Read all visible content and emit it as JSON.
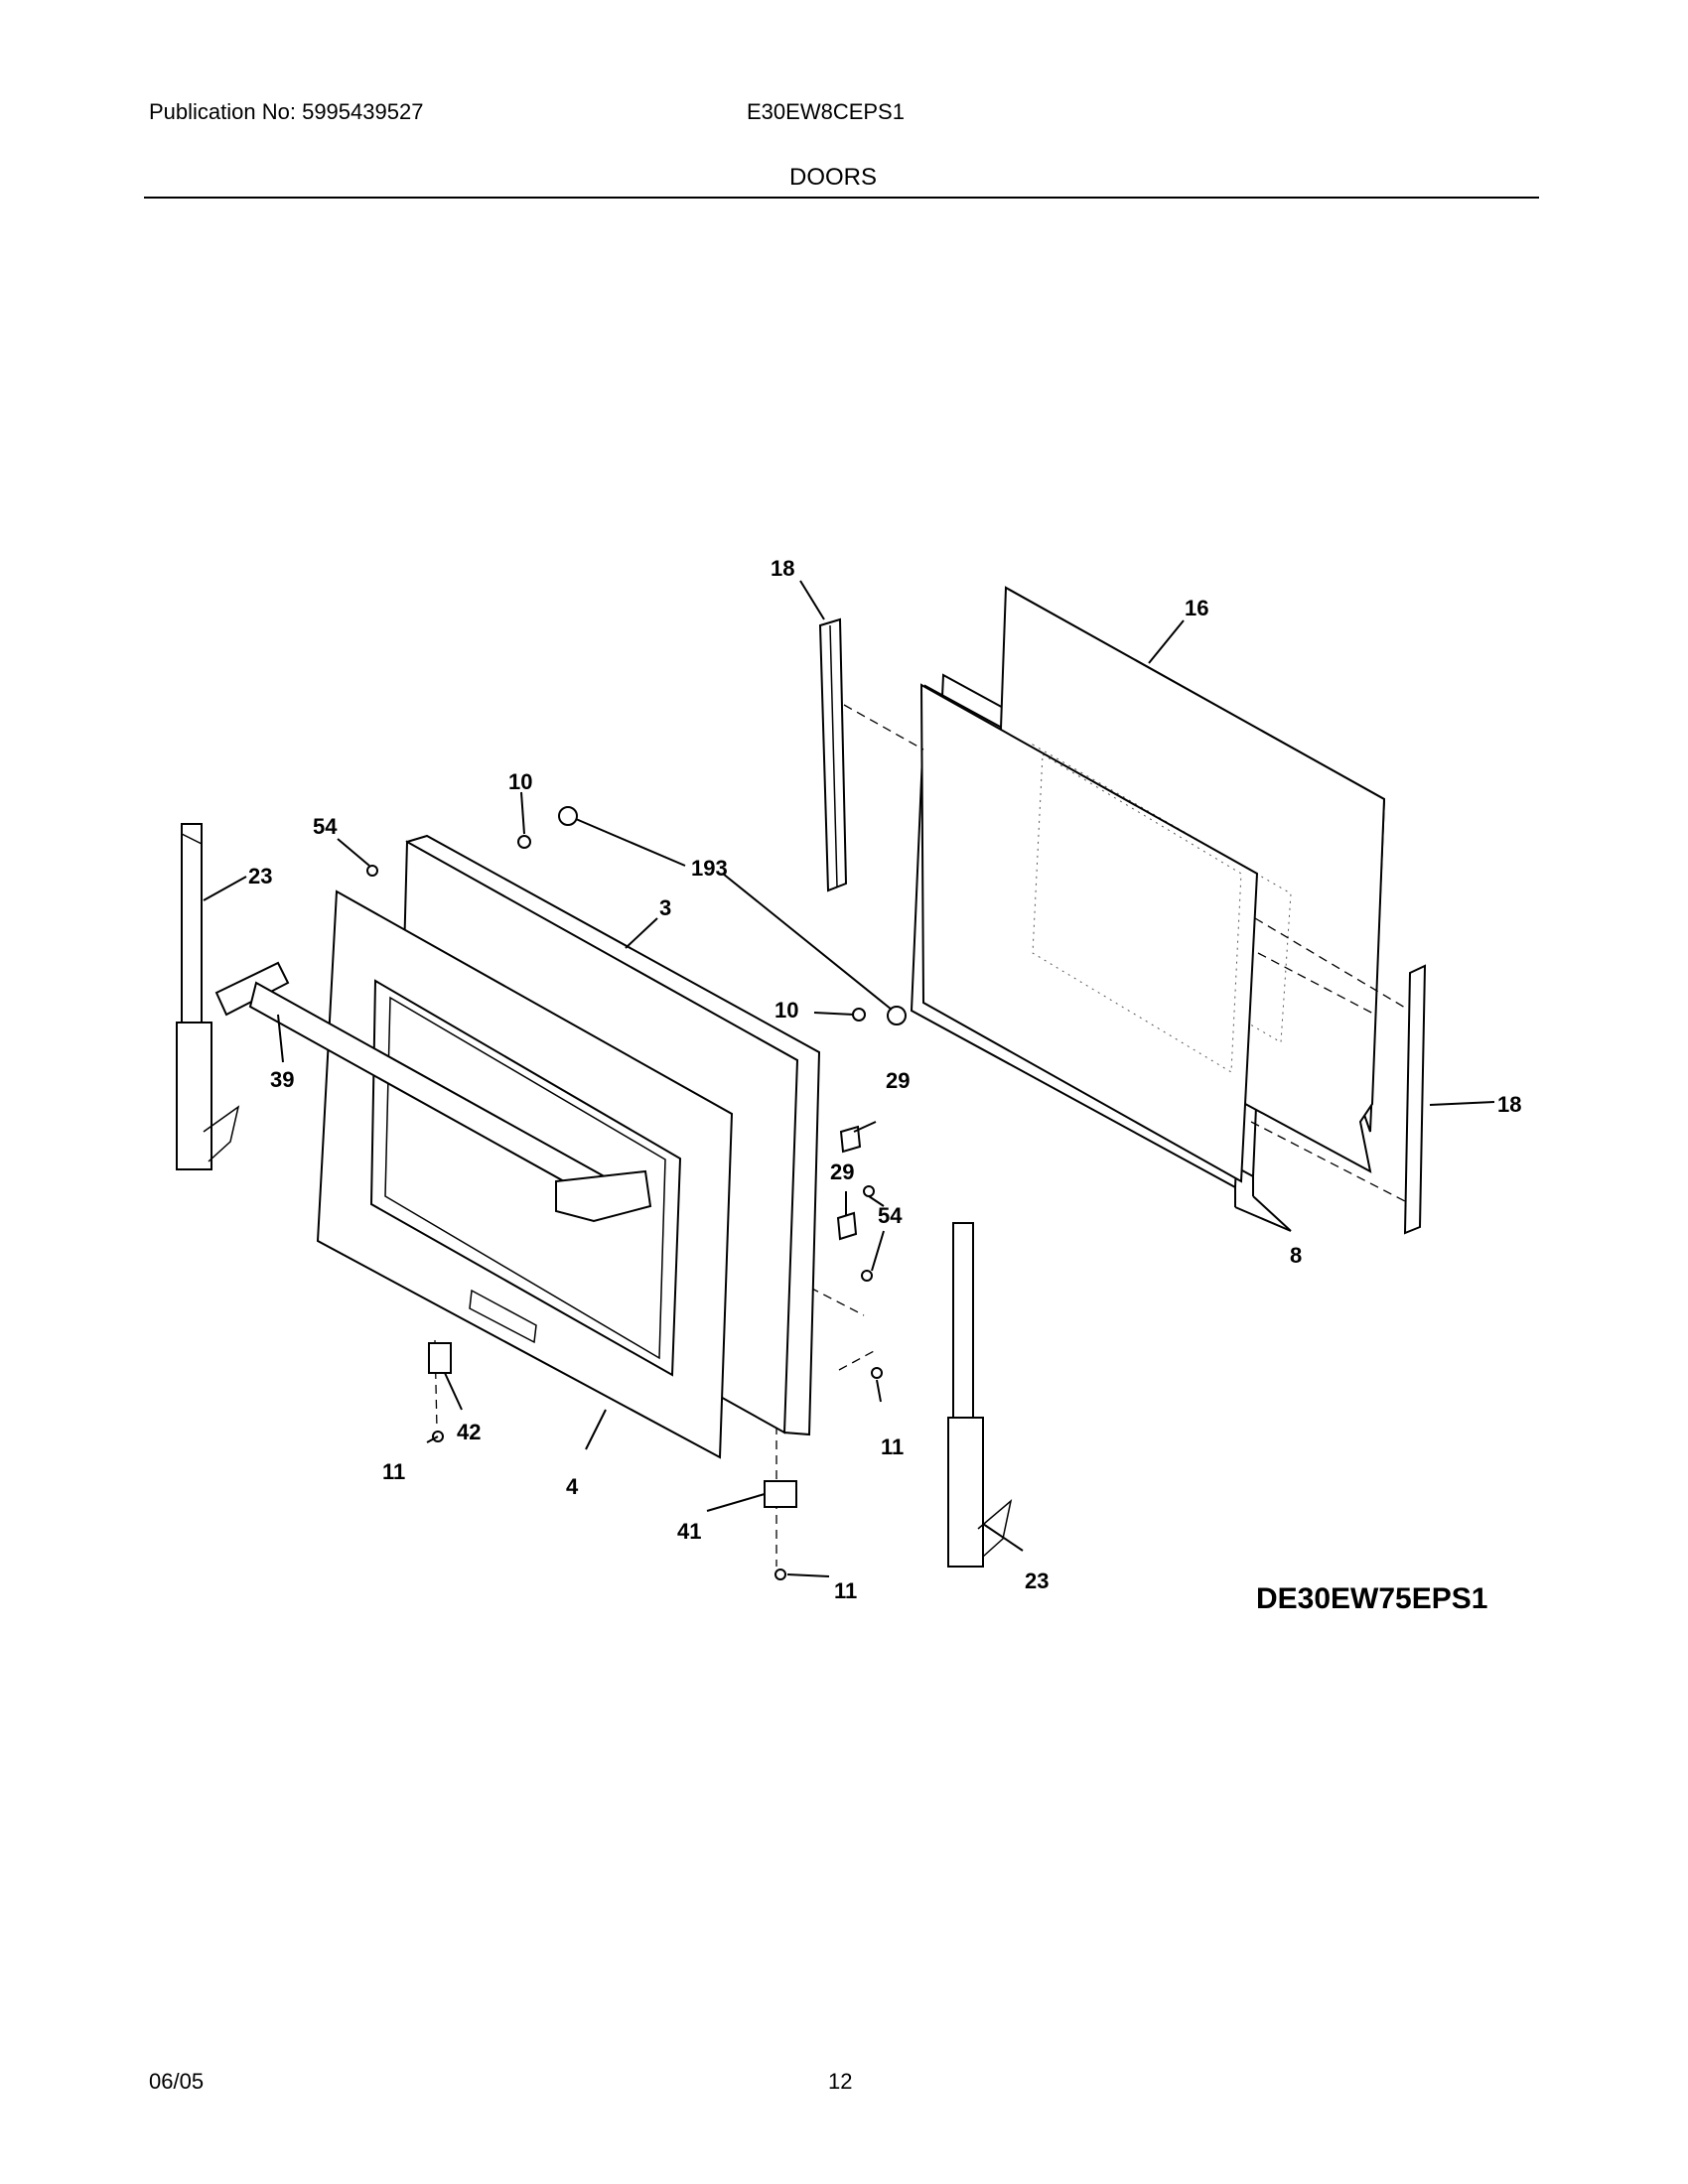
{
  "header": {
    "publication": "Publication No: 5995439527",
    "model": "E30EW8CEPS1",
    "section": "DOORS"
  },
  "footer": {
    "date": "06/05",
    "page": "12"
  },
  "diagram": {
    "code": "DE30EW75EPS1",
    "callouts": {
      "c18a": "18",
      "c16": "16",
      "c10a": "10",
      "c54a": "54",
      "c23a": "23",
      "c193": "193",
      "c3": "3",
      "c10b": "10",
      "c29a": "29",
      "c29b": "29",
      "c54b": "54",
      "c39": "39",
      "c18b": "18",
      "c8": "8",
      "c42": "42",
      "c11a": "11",
      "c11b": "11",
      "c4": "4",
      "c41": "41",
      "c11c": "11",
      "c23b": "23"
    }
  }
}
